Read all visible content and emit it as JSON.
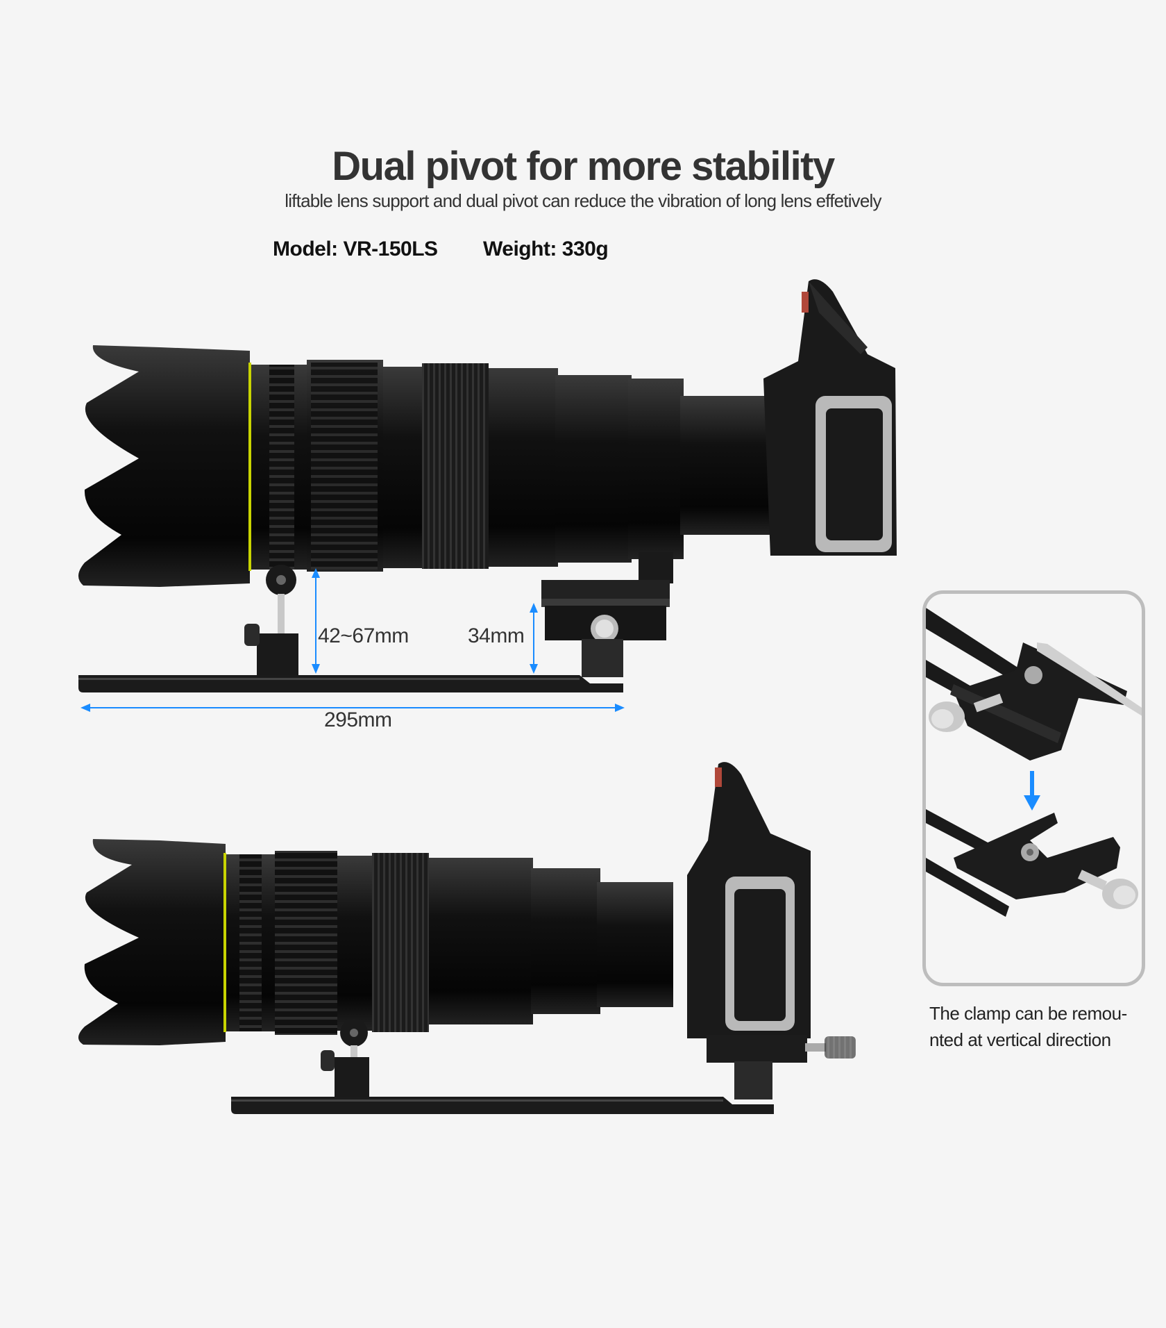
{
  "header": {
    "title": "Dual pivot for more stability",
    "subtitle": "liftable lens support and dual pivot can reduce the vibration of long lens effetively"
  },
  "specs": {
    "model": "Model: VR-150LS",
    "weight": "Weight: 330g"
  },
  "dimensions": {
    "lift_height": "42~67mm",
    "clamp_height": "34mm",
    "rail_length": "295mm"
  },
  "inset": {
    "caption_line1": "The clamp can be remou-",
    "caption_line2": "nted at vertical direction"
  },
  "colors": {
    "accent_arrow": "#1a8cff",
    "background": "#f5f5f5",
    "lens_ring": "#c8d400"
  }
}
